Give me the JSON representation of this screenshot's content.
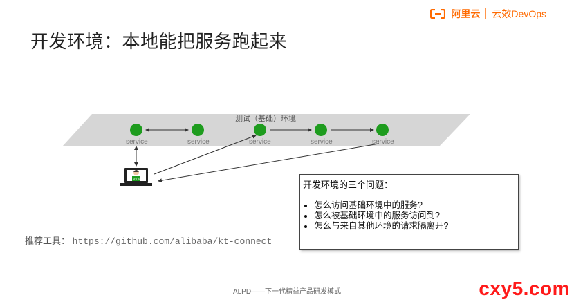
{
  "header": {
    "brand_primary": "阿里云",
    "brand_secondary": "云效DevOps"
  },
  "title": "开发环境：本地能把服务跑起来",
  "diagram": {
    "environment_label": "测试（基础）环境",
    "services": [
      "service",
      "service",
      "service",
      "service",
      "service"
    ]
  },
  "problems": {
    "heading": "开发环境的三个问题：",
    "items": [
      "怎么访问基础环境中的服务?",
      "怎么被基础环境中的服务访问到?",
      "怎么与来自其他环境的请求隔离开?"
    ]
  },
  "tool": {
    "label": "推荐工具：",
    "link": "https://github.com/alibaba/kt-connect"
  },
  "footer": "ALPD——下一代精益产品研发模式",
  "watermark": "cxy5.com",
  "colors": {
    "accent": "#ff6a00",
    "node": "#1e9c1e",
    "platform": "#d6d6d6",
    "watermark": "#ff1a1a"
  }
}
